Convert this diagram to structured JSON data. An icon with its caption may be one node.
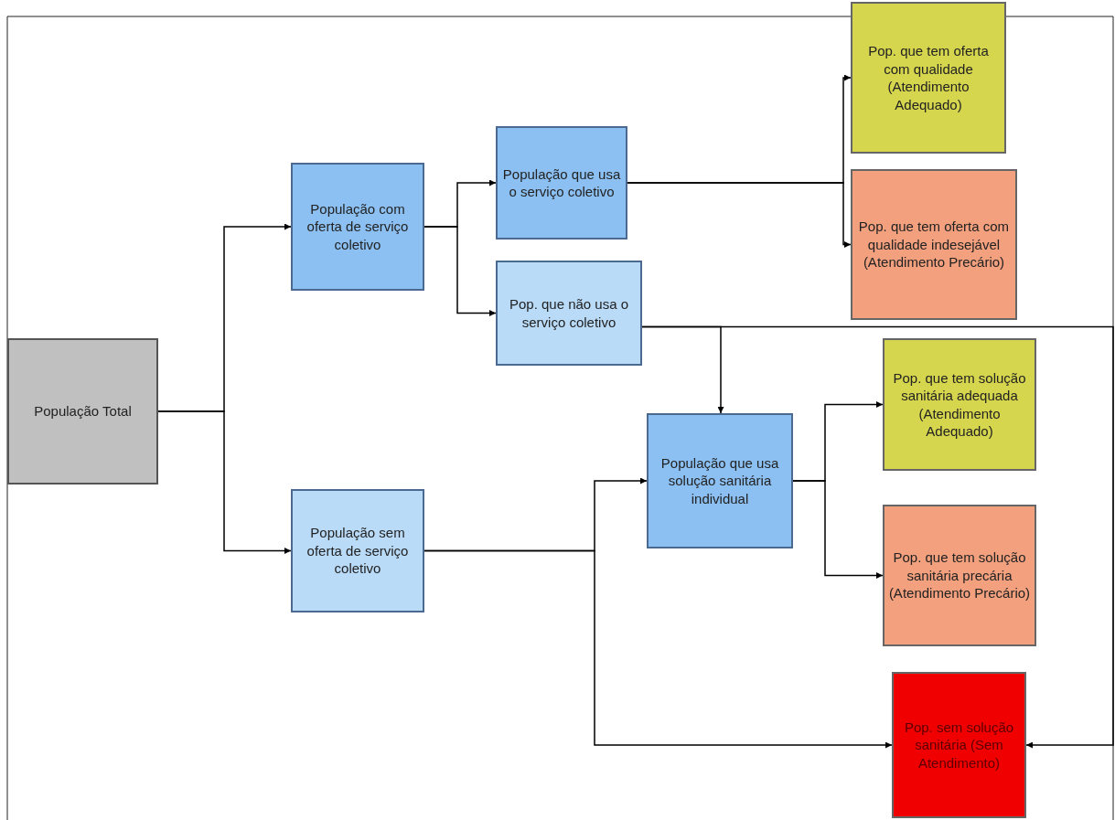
{
  "diagram": {
    "nodes": [
      {
        "text": [
          "População Total"
        ]
      },
      {
        "text": [
          "População com oferta de serviço coletivo"
        ]
      },
      {
        "text": [
          "População sem oferta de serviço coletivo"
        ]
      },
      {
        "text": [
          "População que usa o serviço coletivo"
        ]
      },
      {
        "text": [
          "Pop. que não usa o serviço coletivo"
        ]
      },
      {
        "text": [
          "Pop. que tem oferta com qualidade (Atendimento Adequado)"
        ]
      },
      {
        "text": [
          "Pop. que tem oferta com qualidade indesejável (Atendimento Precário)"
        ]
      },
      {
        "text": [
          "População que usa solução sanitária individual"
        ]
      },
      {
        "text": [
          "Pop. que tem solução sanitária adequada (Atendimento Adequado)"
        ]
      },
      {
        "text": [
          "Pop. que tem solução sanitária precária (Atendimento Precário)"
        ]
      },
      {
        "text": [
          "Pop. sem solução sanitária (Sem Atendimento)"
        ]
      }
    ],
    "edges": [
      {
        "from": 0,
        "to": 1,
        "arrow": "to"
      },
      {
        "from": 0,
        "to": 2,
        "arrow": "to"
      },
      {
        "from": 1,
        "to": 3,
        "arrow": "to"
      },
      {
        "from": 1,
        "to": 4,
        "arrow": "to"
      },
      {
        "from": 3,
        "to": 5,
        "arrow": "to"
      },
      {
        "from": 3,
        "to": 6,
        "arrow": "to"
      },
      {
        "from": 4,
        "to": 7,
        "arrow": "to"
      },
      {
        "from": 4,
        "to": 10,
        "arrow": "to"
      },
      {
        "from": 2,
        "to": 7,
        "arrow": "to"
      },
      {
        "from": 2,
        "to": 10,
        "arrow": "to"
      },
      {
        "from": 7,
        "to": 8,
        "arrow": "to"
      },
      {
        "from": 7,
        "to": 9,
        "arrow": "to"
      }
    ]
  }
}
